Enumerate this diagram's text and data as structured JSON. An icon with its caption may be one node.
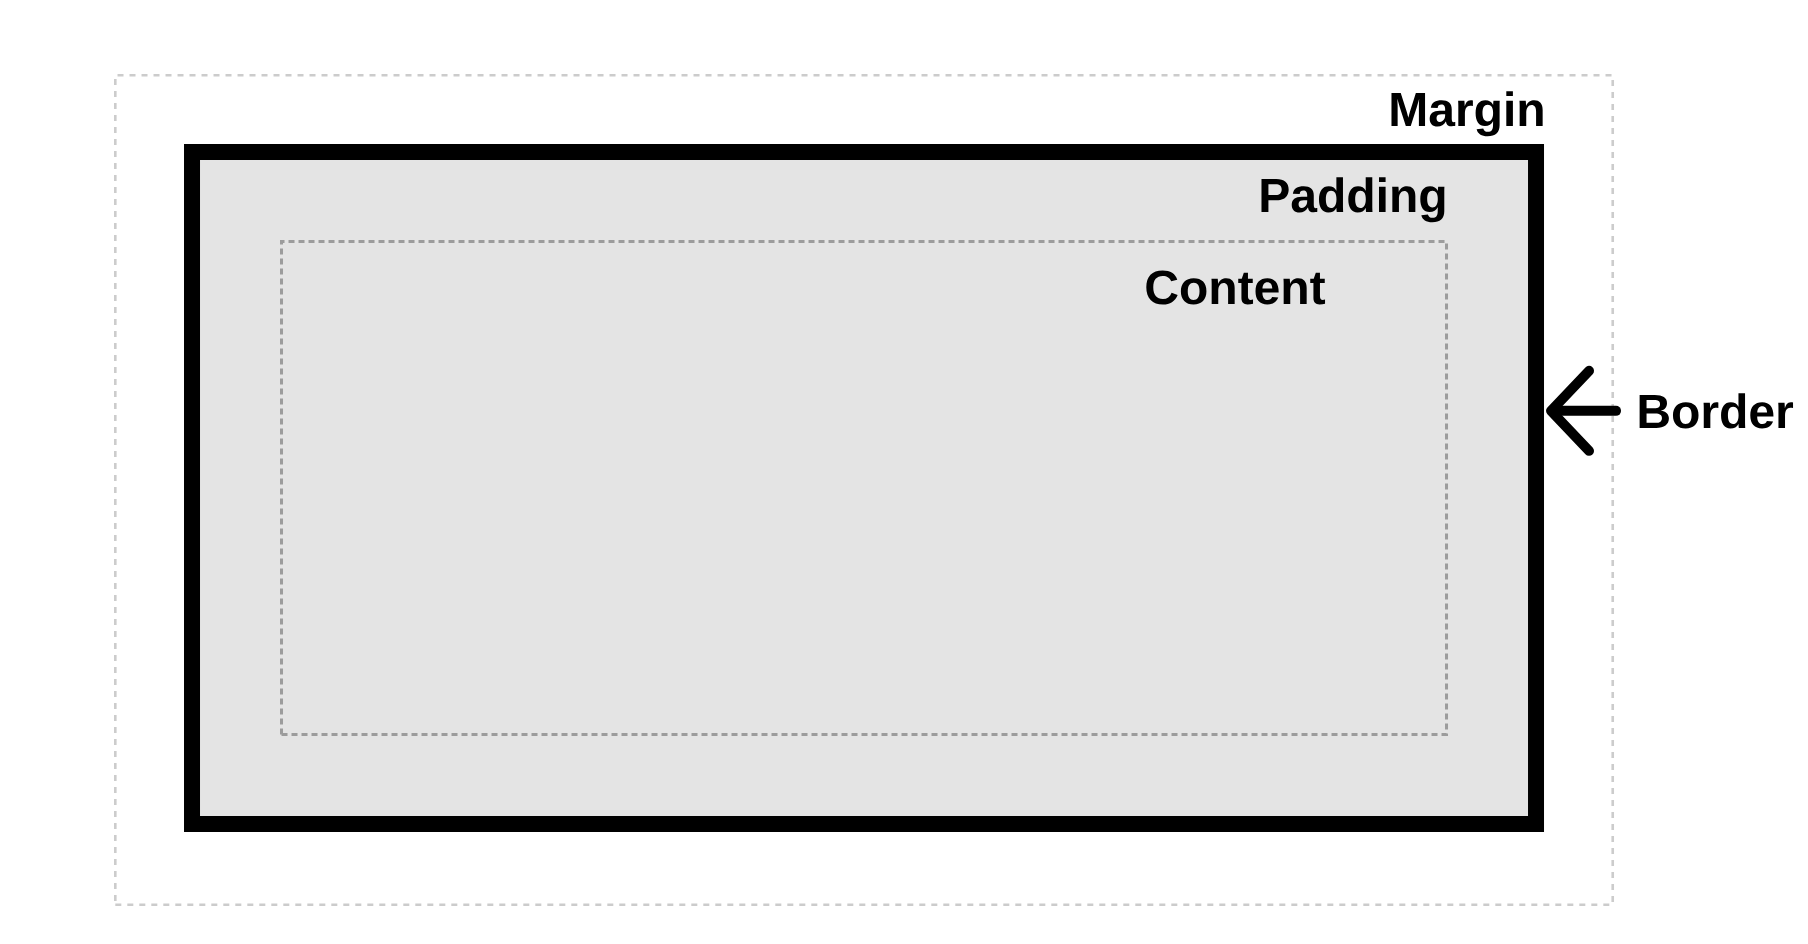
{
  "diagram": {
    "nodes": [
      {
        "text": [
          "Margin"
        ]
      },
      {
        "text": [
          "Padding"
        ],
        "in": 0
      },
      {
        "text": [
          "Content"
        ],
        "in": 1
      },
      {
        "text": [
          "Border"
        ]
      }
    ],
    "edges": [
      {
        "from": 3,
        "to": 1,
        "arrow": "to"
      }
    ]
  }
}
